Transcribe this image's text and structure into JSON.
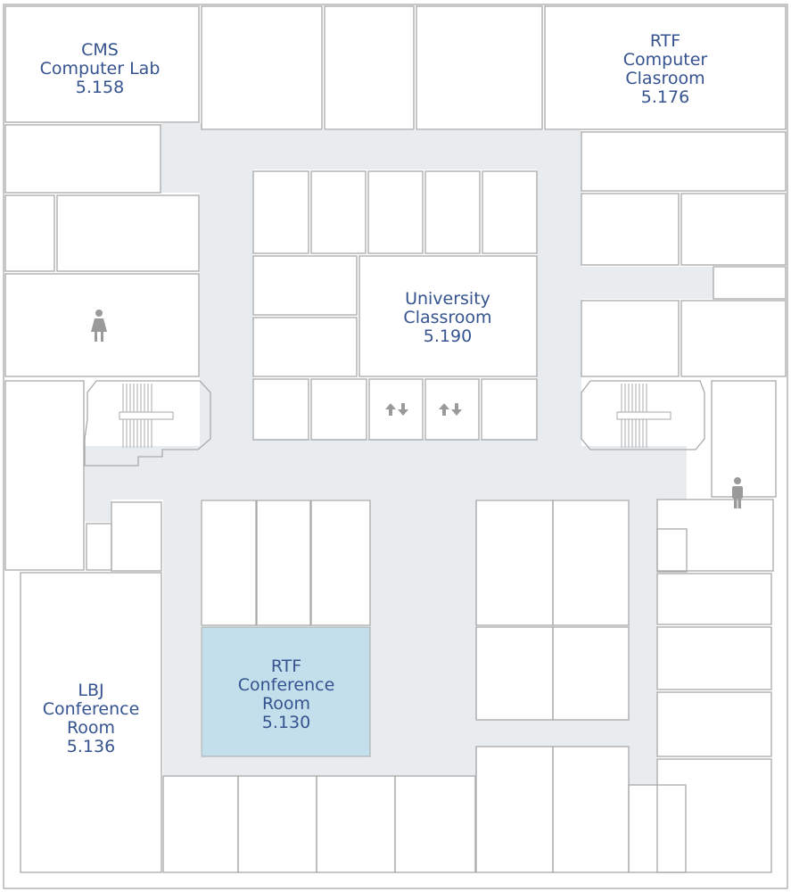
{
  "colors": {
    "corridor": "#e8ecef",
    "wall": "#a9a9a9",
    "highlight": "#c3dfec",
    "label": "#35538f",
    "icon": "#9a9a9a"
  },
  "rooms": {
    "cms_lab": {
      "line1": "CMS",
      "line2": "Computer Lab",
      "number": "5.158"
    },
    "rtf_classroom": {
      "line1": "RTF",
      "line2": "Computer",
      "line3": "Clasroom",
      "number": "5.176"
    },
    "university": {
      "line1": "University",
      "line2": "Classroom",
      "number": "5.190"
    },
    "rtf_conference": {
      "line1": "RTF",
      "line2": "Conference",
      "line3": "Room",
      "number": "5.130",
      "highlighted": true
    },
    "lbj_conference": {
      "line1": "LBJ",
      "line2": "Conference",
      "line3": "Room",
      "number": "5.136"
    }
  },
  "icons": {
    "womens_restroom": "womens-restroom-icon",
    "mens_restroom": "mens-restroom-icon",
    "elevator_1": "elevator-icon",
    "elevator_2": "elevator-icon",
    "stairs_left": "stairs-icon",
    "stairs_right": "stairs-icon"
  }
}
